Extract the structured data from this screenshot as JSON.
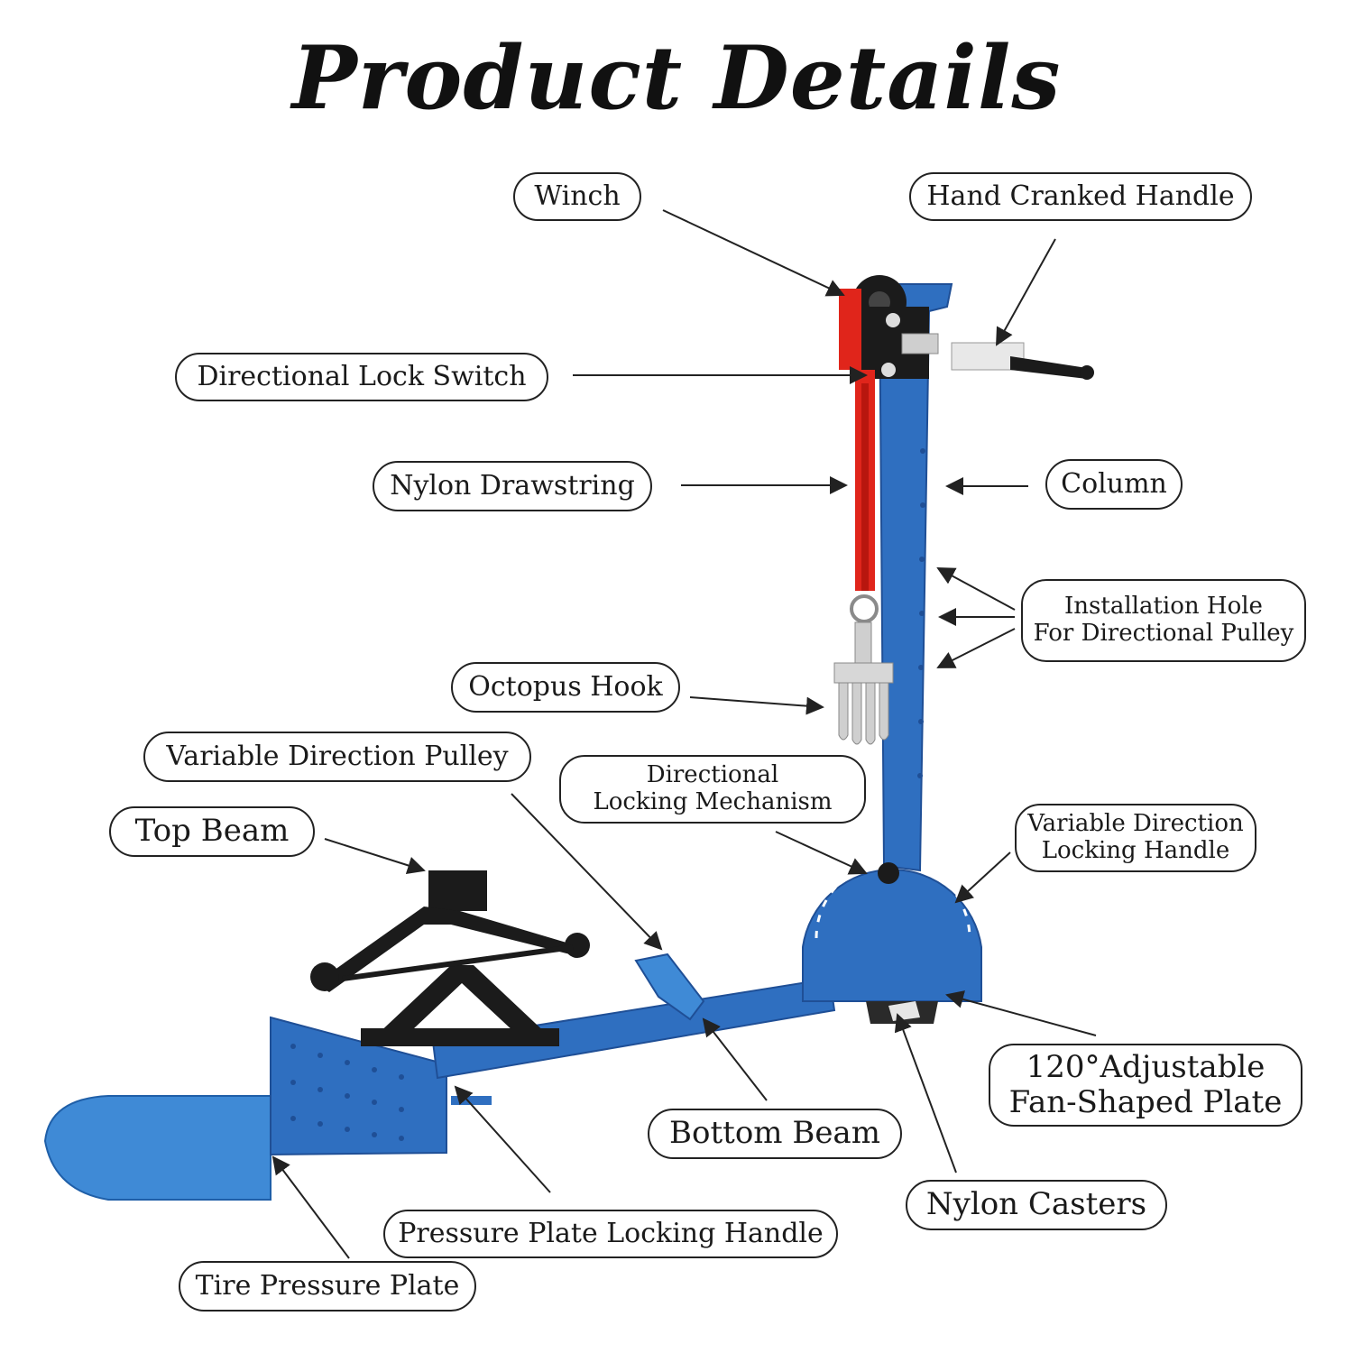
{
  "title": "Product Details",
  "colors": {
    "frame": "#2f6fc0",
    "frame_dark": "#1f4f96",
    "strap": "#e0251b",
    "jack": "#1b1b1b",
    "hook": "#c9c9c9"
  },
  "labels": {
    "winch": "Winch",
    "hand_cranked_handle": "Hand Cranked Handle",
    "directional_lock_switch": "Directional Lock Switch",
    "nylon_drawstring": "Nylon Drawstring",
    "column": "Column",
    "installation_hole": "Installation Hole\nFor Directional Pulley",
    "octopus_hook": "Octopus Hook",
    "variable_direction_pulley": "Variable Direction Pulley",
    "directional_locking_mechanism": "Directional\nLocking Mechanism",
    "variable_direction_locking_handle": "Variable Direction\nLocking Handle",
    "top_beam": "Top Beam",
    "bottom_beam": "Bottom Beam",
    "adjustable_plate": "120°Adjustable\nFan-Shaped Plate",
    "nylon_casters": "Nylon Casters",
    "pressure_plate_locking_handle": "Pressure Plate Locking Handle",
    "tire_pressure_plate": "Tire Pressure Plate"
  }
}
